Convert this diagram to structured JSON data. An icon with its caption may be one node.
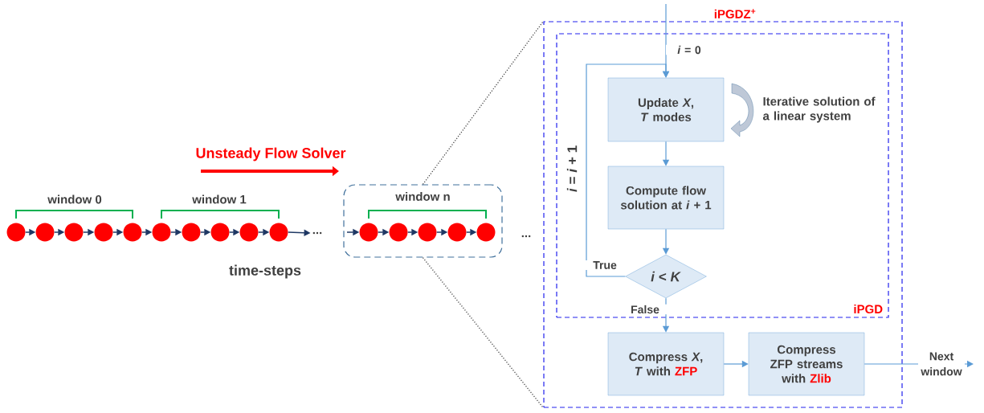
{
  "diagram": {
    "nodes": [
      {
        "text": [
          "iPGDZ$^{+}$"
        ]
      },
      {
        "text": [
          "iPGD"
        ],
        "in": 0
      },
      {
        "text": [
          "Update *X*, *T* modes"
        ],
        "in": 1,
        "beside": [
          "Iterative solution of a linear system"
        ]
      },
      {
        "text": [
          "Compute flow solution at *i* + 1"
        ],
        "in": 1
      },
      {
        "text": [
          "*i* < *K*"
        ],
        "in": 1
      },
      {
        "text": [
          "Compress *X*, *T* with",
          "ZFP"
        ],
        "in": 0
      },
      {
        "text": [
          "Compress ZFP streams with",
          "Zlib"
        ],
        "in": 0
      },
      {
        "text": [
          "window n"
        ]
      },
      {
        "text": [],
        "shape": "circle"
      },
      {
        "text": [],
        "shape": "circle"
      },
      {
        "text": [],
        "shape": "circle"
      },
      {
        "text": [],
        "shape": "circle"
      },
      {
        "text": [],
        "shape": "circle"
      },
      {
        "text": [],
        "shape": "circle"
      },
      {
        "text": [],
        "shape": "circle"
      },
      {
        "text": [],
        "shape": "circle"
      },
      {
        "text": [],
        "shape": "circle"
      },
      {
        "text": [],
        "shape": "circle"
      },
      {
        "text": [],
        "shape": "circle",
        "in": 7
      },
      {
        "text": [],
        "shape": "circle",
        "in": 7
      },
      {
        "text": [],
        "shape": "circle",
        "in": 7
      },
      {
        "text": [],
        "shape": "circle",
        "in": 7
      },
      {
        "text": [],
        "shape": "circle",
        "in": 7
      },
      {
        "text": [
          "..."
        ]
      }
    ],
    "edges": [
      {
        "from": 8,
        "to": 9,
        "arrow": "to"
      },
      {
        "from": 9,
        "to": 10,
        "arrow": "to"
      },
      {
        "from": 10,
        "to": 11,
        "arrow": "to"
      },
      {
        "from": 11,
        "to": 12,
        "arrow": "to"
      },
      {
        "from": 12,
        "to": 13,
        "arrow": "to"
      },
      {
        "from": 13,
        "to": 14,
        "arrow": "to"
      },
      {
        "from": 14,
        "to": 15,
        "arrow": "to"
      },
      {
        "from": 15,
        "to": 16,
        "arrow": "to"
      },
      {
        "from": 16,
        "to": 17,
        "arrow": "to"
      },
      {
        "from": 17,
        "to": 23,
        "arrow": "to"
      },
      {
        "from": null,
        "to": 18,
        "arrow": "to"
      },
      {
        "from": 18,
        "to": 19,
        "arrow": "to"
      },
      {
        "from": 19,
        "to": 20,
        "arrow": "to"
      },
      {
        "from": 20,
        "to": 21,
        "arrow": "to"
      },
      {
        "from": 21,
        "to": 22,
        "arrow": "to"
      },
      {
        "from": 7,
        "to": 0,
        "arrow": "none",
        "style": "dashed",
        "color": "#404040"
      },
      {
        "from": 7,
        "to": 0,
        "arrow": "none",
        "style": "dashed",
        "color": "#404040"
      },
      {
        "from": null,
        "to": 2,
        "arrow": "to",
        "label": "*i* = 0",
        "color": "#5b9bd5"
      },
      {
        "from": 2,
        "to": 3,
        "arrow": "to",
        "color": "#5b9bd5"
      },
      {
        "from": 3,
        "to": 4,
        "arrow": "to",
        "color": "#5b9bd5"
      },
      {
        "from": 4,
        "to": 2,
        "arrow": "to",
        "label": "True",
        "color": "#5b9bd5"
      },
      {
        "from": 4,
        "to": 5,
        "arrow": "to",
        "label": "False",
        "color": "#5b9bd5"
      },
      {
        "from": 5,
        "to": 6,
        "arrow": "to",
        "color": "#5b9bd5"
      },
      {
        "from": 6,
        "to": null,
        "arrow": "to",
        "label": "Next window",
        "color": "#5b9bd5"
      }
    ],
    "labels": [
      "Unsteady Flow Solver",
      "window 0",
      "window 1",
      "time-steps",
      "...",
      "*i* = *i* + 1"
    ]
  }
}
